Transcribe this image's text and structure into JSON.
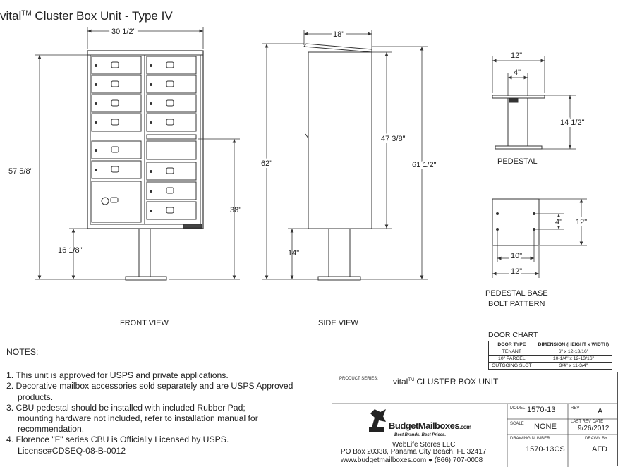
{
  "title": {
    "prefix": "vital",
    "tm": "TM",
    "rest": " Cluster Box Unit - Type IV"
  },
  "dimensions": {
    "front_width": "30 1/2\"",
    "front_height": "57 5/8\"",
    "front_pedestal": "16 1/8\"",
    "front_38": "38\"",
    "side_depth": "18\"",
    "side_62": "62\"",
    "side_14": "14\"",
    "side_47": "47 3/8\"",
    "side_61": "61 1/2\"",
    "ped_top": "12\"",
    "ped_top_inner": "4\"",
    "ped_height": "14 1/2\"",
    "base_4": "4\"",
    "base_12v": "12\"",
    "base_10": "10\"",
    "base_12h": "12\""
  },
  "labels": {
    "front_view": "FRONT VIEW",
    "side_view": "SIDE VIEW",
    "pedestal": "PEDESTAL",
    "base_line1": "PEDESTAL BASE",
    "base_line2": "BOLT PATTERN"
  },
  "notes": {
    "heading": "NOTES:",
    "items": [
      "1. This unit is approved for USPS and private applications.",
      "2. Decorative mailbox accessories sold separately and are USPS Approved",
      "products.",
      "3. CBU pedestal should be installed with included Rubber Pad;",
      "mounting hardware not included, refer to installation manual for",
      "recommendation.",
      "4. Florence \"F\" series CBU is Officially Licensed by USPS.",
      "License#CDSEQ-08-B-0012"
    ]
  },
  "door_chart": {
    "caption": "DOOR CHART",
    "headers": [
      "DOOR TYPE",
      "DIMENSION (HEIGHT x WIDTH)"
    ],
    "rows": [
      [
        "TENANT",
        "6\" x 12-13/16\""
      ],
      [
        "10\" PARCEL",
        "10-1/4\" x 12-13/16\""
      ],
      [
        "OUTGOING SLOT",
        "3/4\" x 11-3/4\""
      ]
    ]
  },
  "title_block": {
    "product_series_label": "PRODUCT SERIES:",
    "product_series": "vital",
    "product_tm": "TM",
    "product_name": "CLUSTER BOX UNIT",
    "brand": "BudgetMailboxes",
    "brand_com": ".com",
    "tagline": "Best Brands. Best Prices.",
    "company": "WebLife Stores LLC",
    "address": "PO Box 20338, Panama City Beach, FL 32417",
    "web_phone": "www.budgetmailboxes.com ● (866) 707-0008",
    "model_label": "MODEL",
    "model": "1570-13",
    "rev_label": "REV",
    "rev": "A",
    "scale_label": "SCALE",
    "scale": "NONE",
    "last_rev_label": "LAST REV DATE",
    "last_rev": "9/26/2012",
    "drawing_label": "DRAWING NUMBER",
    "drawing": "1570-13CS",
    "drawn_label": "DRAWN BY",
    "drawn": "AFD"
  }
}
